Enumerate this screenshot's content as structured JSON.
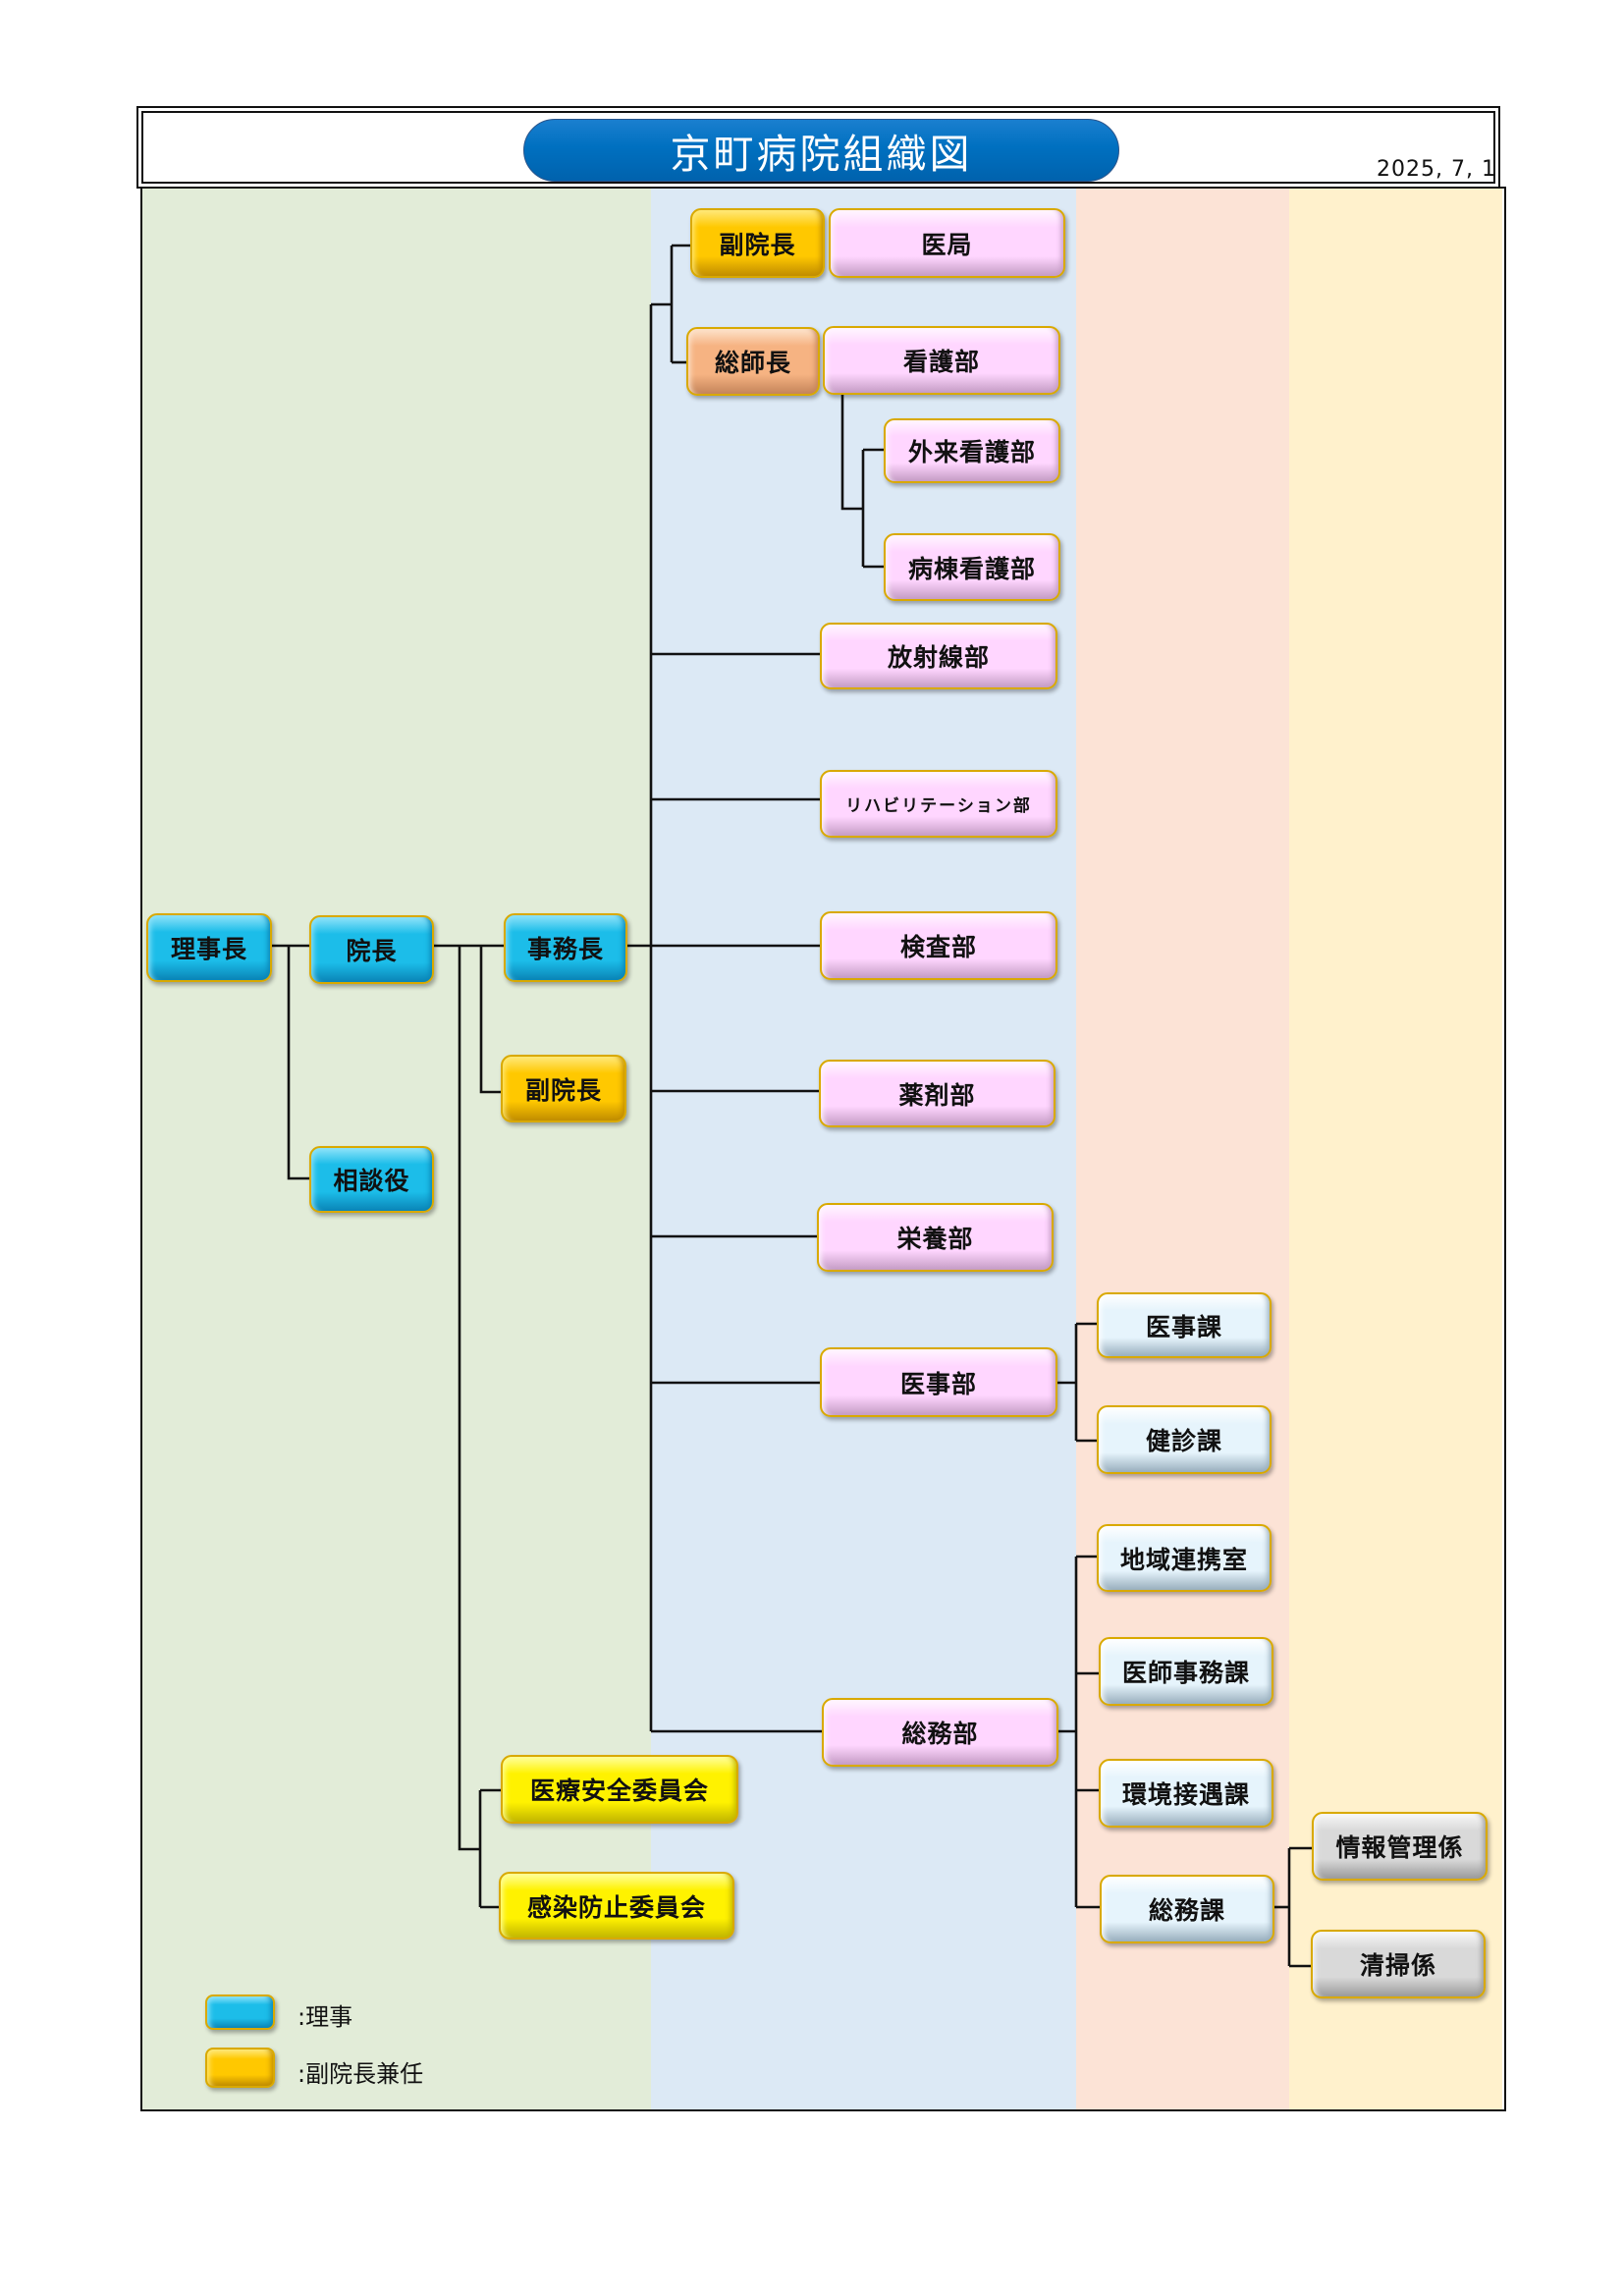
{
  "header": {
    "title": "京町病院組織図",
    "date": "2025, 7, 1",
    "accent": "#0070c0"
  },
  "org_chart": {
    "nodes": [
      {
        "label": "理事長",
        "type": "board",
        "parent": null
      },
      {
        "label": "院長",
        "type": "board",
        "parent": "理事長"
      },
      {
        "label": "相談役",
        "type": "board",
        "parent": "理事長"
      },
      {
        "label": "事務長",
        "type": "board",
        "parent": "院長"
      },
      {
        "label": "副院長",
        "type": "vice",
        "parent": "院長"
      },
      {
        "label": "副院長",
        "type": "vice",
        "parent": "事務長"
      },
      {
        "label": "医局",
        "type": "department",
        "parent": "副院長"
      },
      {
        "label": "総師長",
        "type": "nursing_director",
        "parent": "事務長"
      },
      {
        "label": "看護部",
        "type": "department",
        "parent": "総師長"
      },
      {
        "label": "外来看護部",
        "type": "department",
        "parent": "看護部"
      },
      {
        "label": "病棟看護部",
        "type": "department",
        "parent": "看護部"
      },
      {
        "label": "放射線部",
        "type": "department",
        "parent": "事務長"
      },
      {
        "label": "リハビリテーション部",
        "type": "department",
        "parent": "事務長"
      },
      {
        "label": "検査部",
        "type": "department",
        "parent": "事務長"
      },
      {
        "label": "薬剤部",
        "type": "department",
        "parent": "事務長"
      },
      {
        "label": "栄養部",
        "type": "department",
        "parent": "事務長"
      },
      {
        "label": "医事部",
        "type": "department",
        "parent": "事務長"
      },
      {
        "label": "総務部",
        "type": "department",
        "parent": "事務長"
      },
      {
        "label": "医事課",
        "type": "section",
        "parent": "医事部"
      },
      {
        "label": "健診課",
        "type": "section",
        "parent": "医事部"
      },
      {
        "label": "地域連携室",
        "type": "section",
        "parent": "総務部"
      },
      {
        "label": "医師事務課",
        "type": "section",
        "parent": "総務部"
      },
      {
        "label": "環境接遇課",
        "type": "section",
        "parent": "総務部"
      },
      {
        "label": "総務課",
        "type": "section",
        "parent": "総務部"
      },
      {
        "label": "情報管理係",
        "type": "unit",
        "parent": "総務課"
      },
      {
        "label": "清掃係",
        "type": "unit",
        "parent": "総務課"
      },
      {
        "label": "医療安全委員会",
        "type": "committee",
        "parent": "院長"
      },
      {
        "label": "感染防止委員会",
        "type": "committee",
        "parent": "院長"
      }
    ]
  },
  "legend": [
    {
      "label": ":理事",
      "type": "board"
    },
    {
      "label": ":副院長兼任",
      "type": "vice"
    }
  ],
  "palette": {
    "board": {
      "light": "#8fe3fa",
      "face": "#1cbde9",
      "dark": "#0a84b6",
      "border": "#d9a900"
    },
    "vice": {
      "light": "#ffe97a",
      "face": "#ffc800",
      "dark": "#c08c00",
      "border": "#d9a900"
    },
    "nursing_director": {
      "light": "#fde3cc",
      "face": "#f6b382",
      "dark": "#c4845a",
      "border": "#d9a900"
    },
    "department": {
      "light": "#fff6ff",
      "face": "#ffd6ff",
      "dark": "#c49cc4",
      "border": "#d9a900"
    },
    "section": {
      "light": "#ffffff",
      "face": "#e6f4fc",
      "dark": "#98aebd",
      "border": "#d9a900"
    },
    "unit": {
      "light": "#f8f8f8",
      "face": "#d9d9d9",
      "dark": "#9a9a9a",
      "border": "#d9a900"
    },
    "committee": {
      "light": "#ffff9c",
      "face": "#fff200",
      "dark": "#c2b600",
      "border": "#d9a900"
    }
  }
}
